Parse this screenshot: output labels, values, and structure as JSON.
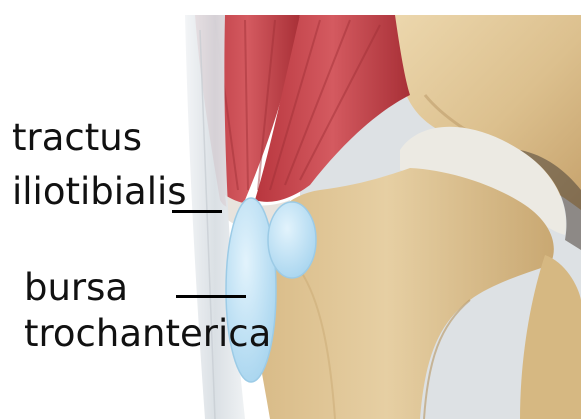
{
  "figure": {
    "labels": {
      "tractus_line1": "tractus",
      "tractus_line2": "iliotibialis",
      "bursa_line1": "bursa",
      "bursa_line2": "trochanterica"
    },
    "colors": {
      "background": "#ffffff",
      "bone": "#e2c99b",
      "bone_shadow": "#b89663",
      "muscle": "#c9474e",
      "muscle_dark": "#9e2f36",
      "tendon": "#dfe4e8",
      "bursa": "#bfe2f6",
      "cartilage": "#eceae3",
      "backdrop": "#dde1e4",
      "label_text": "#111111"
    }
  }
}
